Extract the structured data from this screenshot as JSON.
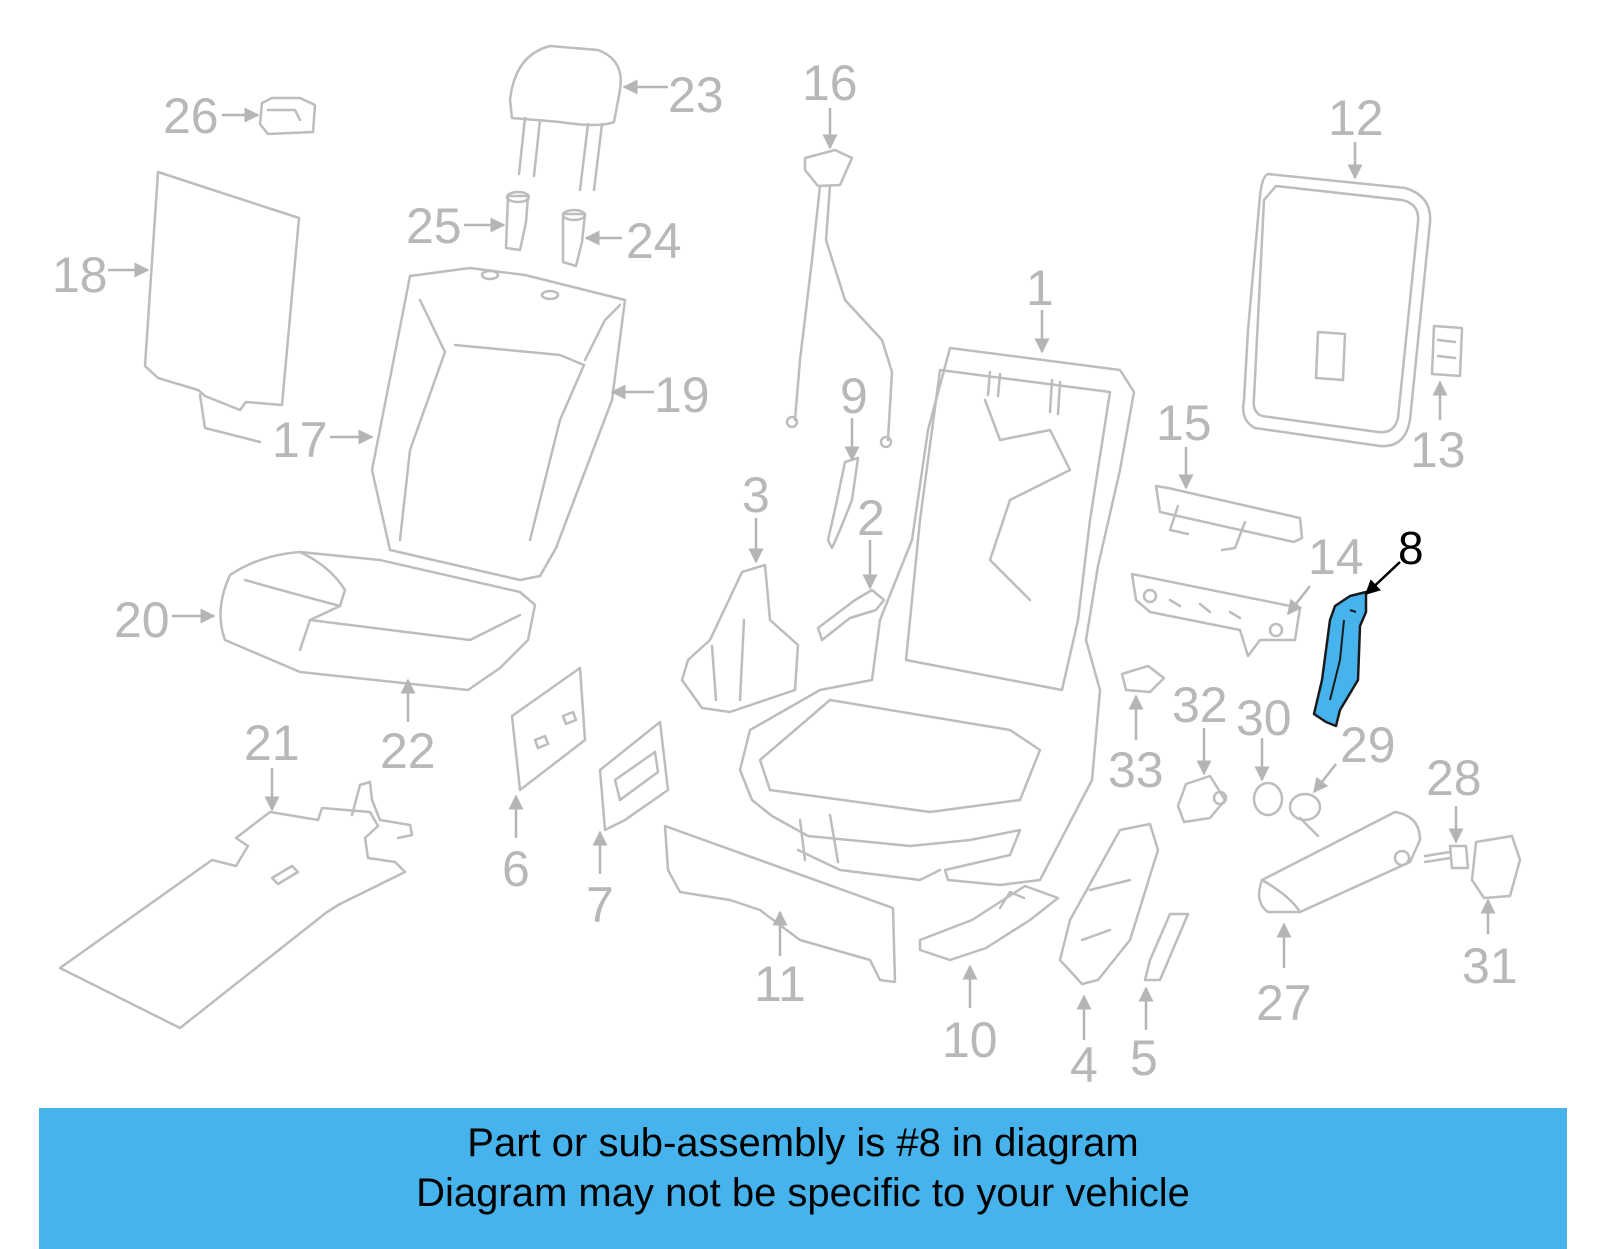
{
  "highlight_color": "#47b3ec",
  "highlighted_part": "8",
  "callouts": [
    "1",
    "2",
    "3",
    "4",
    "5",
    "6",
    "7",
    "8",
    "9",
    "10",
    "11",
    "12",
    "13",
    "14",
    "15",
    "16",
    "17",
    "18",
    "19",
    "20",
    "21",
    "22",
    "23",
    "24",
    "25",
    "26",
    "27",
    "28",
    "29",
    "30",
    "31",
    "32",
    "33"
  ],
  "banner": {
    "line1": "Part or sub-assembly is #8 in diagram",
    "line2": "Diagram may not be specific to your vehicle"
  }
}
